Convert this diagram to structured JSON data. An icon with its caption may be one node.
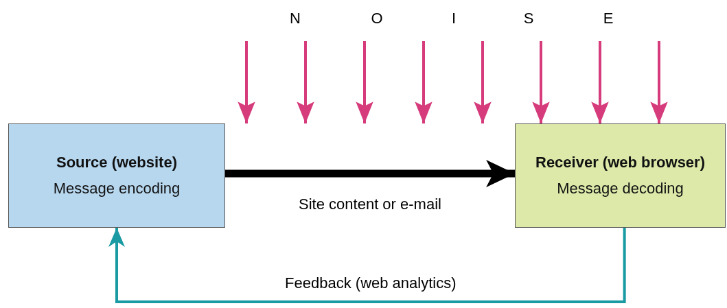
{
  "diagram": {
    "nodes": [
      {
        "text": [
          "Source (website)",
          "Message encoding"
        ]
      },
      {
        "text": [
          "Receiver (web browser)",
          "Message decoding"
        ]
      }
    ],
    "edges": [
      {
        "from": 0,
        "to": 1,
        "arrow": "to",
        "label": "Site content or e-mail",
        "style": "thick",
        "color": "#000000"
      },
      {
        "from": 1,
        "to": 0,
        "arrow": "to",
        "label": "Feedback (web analytics)",
        "color": "#1a9aa3"
      },
      {
        "from": null,
        "to": 1,
        "arrow": "to",
        "color": "#d63c7c"
      },
      {
        "from": null,
        "to": 1,
        "arrow": "to",
        "color": "#d63c7c"
      },
      {
        "from": null,
        "to": 1,
        "arrow": "to",
        "color": "#d63c7c"
      }
    ],
    "labels": [
      "N",
      "O",
      "I",
      "S",
      "E"
    ]
  }
}
